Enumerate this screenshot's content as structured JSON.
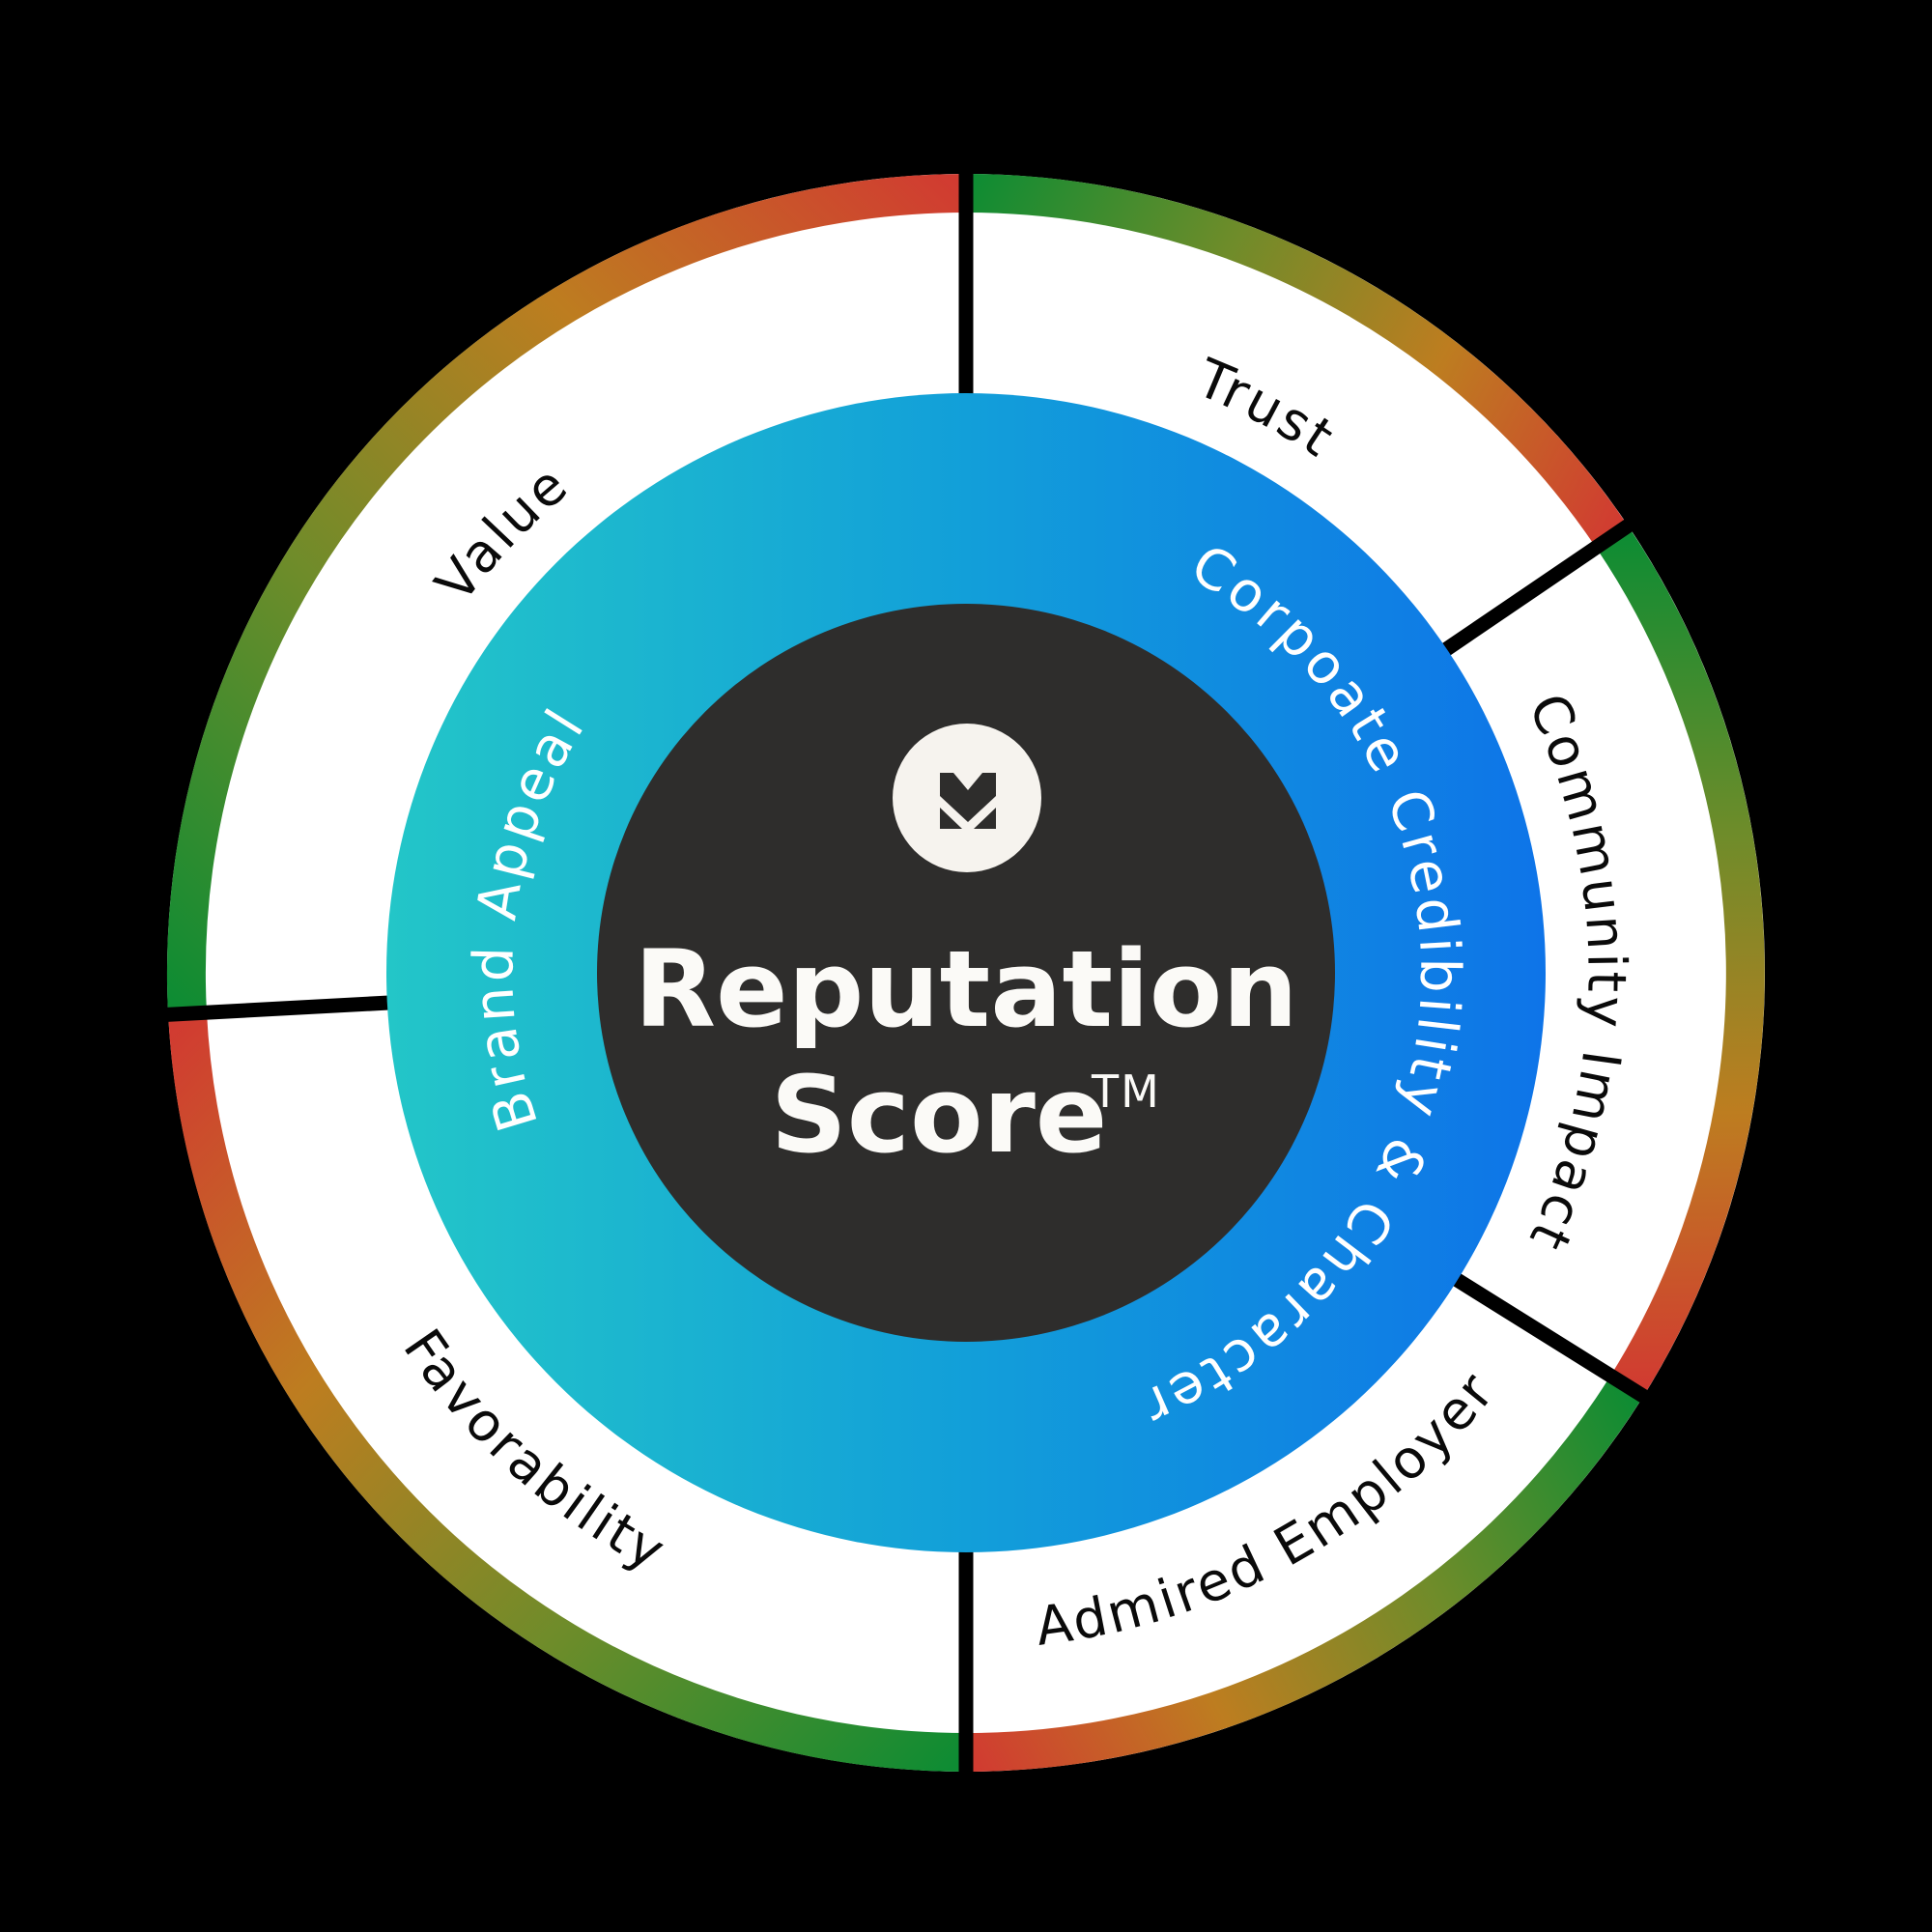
{
  "diagram_title": "Reputation Score",
  "center": {
    "title_line1": "Reputation",
    "title_line2": "Score",
    "trademark": "TM",
    "circle_color": "#2e2d2c",
    "text_color": "#fbfaf7",
    "logo": {
      "name": "reputation-m-arrow-logo",
      "circle_color": "#f6f3ee",
      "glyph_color": "#2e2d2c"
    }
  },
  "inner_ring": {
    "labels": [
      "Brand Appeal",
      "Corpoate Credibility & Character"
    ],
    "text_color": "#ffffff",
    "gradient": [
      "#23c6c8",
      "#129fd9",
      "#0e74e8"
    ]
  },
  "outer_ring": {
    "ring_color": "#ffffff",
    "divider_color": "#000000",
    "rim_gradient_per_segment": [
      "#0e8c33",
      "#6e8c2a",
      "#bd7d20",
      "#d13b31"
    ],
    "text_color": "#0a0a0a",
    "segments": [
      {
        "label": "Trust"
      },
      {
        "label": "Community Impact"
      },
      {
        "label": "Admired Employer"
      },
      {
        "label": "Favorability"
      },
      {
        "label": "Value"
      }
    ]
  },
  "background_color": "#000000"
}
